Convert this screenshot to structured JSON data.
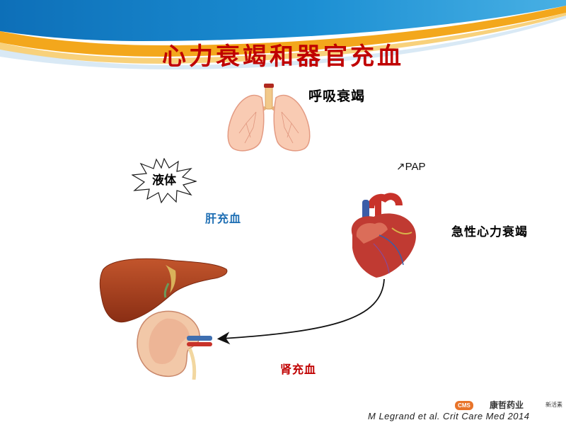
{
  "slide": {
    "title": "心力衰竭和器官充血",
    "labels": {
      "respiratory_failure": "呼吸衰竭",
      "pap": "↗PAP",
      "fluid": "液体",
      "liver_congestion": "肝充血",
      "acute_heart_failure": "急性心力衰竭",
      "kidney_congestion": "肾充血"
    },
    "citation": "M Legrand et al. Crit Care Med  2014",
    "logo": {
      "badge": "CMS",
      "company": "康哲药业",
      "sub": "新活素"
    }
  },
  "colors": {
    "title": "#c00000",
    "liver_label": "#1f6fb4",
    "kidney_label": "#c00000",
    "banner_blue": "#1e8fd0",
    "banner_orange": "#f0a020"
  },
  "icons": [
    "lungs-illustration",
    "heart-illustration",
    "liver-illustration",
    "kidney-illustration",
    "starburst-shape",
    "curved-arrow"
  ]
}
